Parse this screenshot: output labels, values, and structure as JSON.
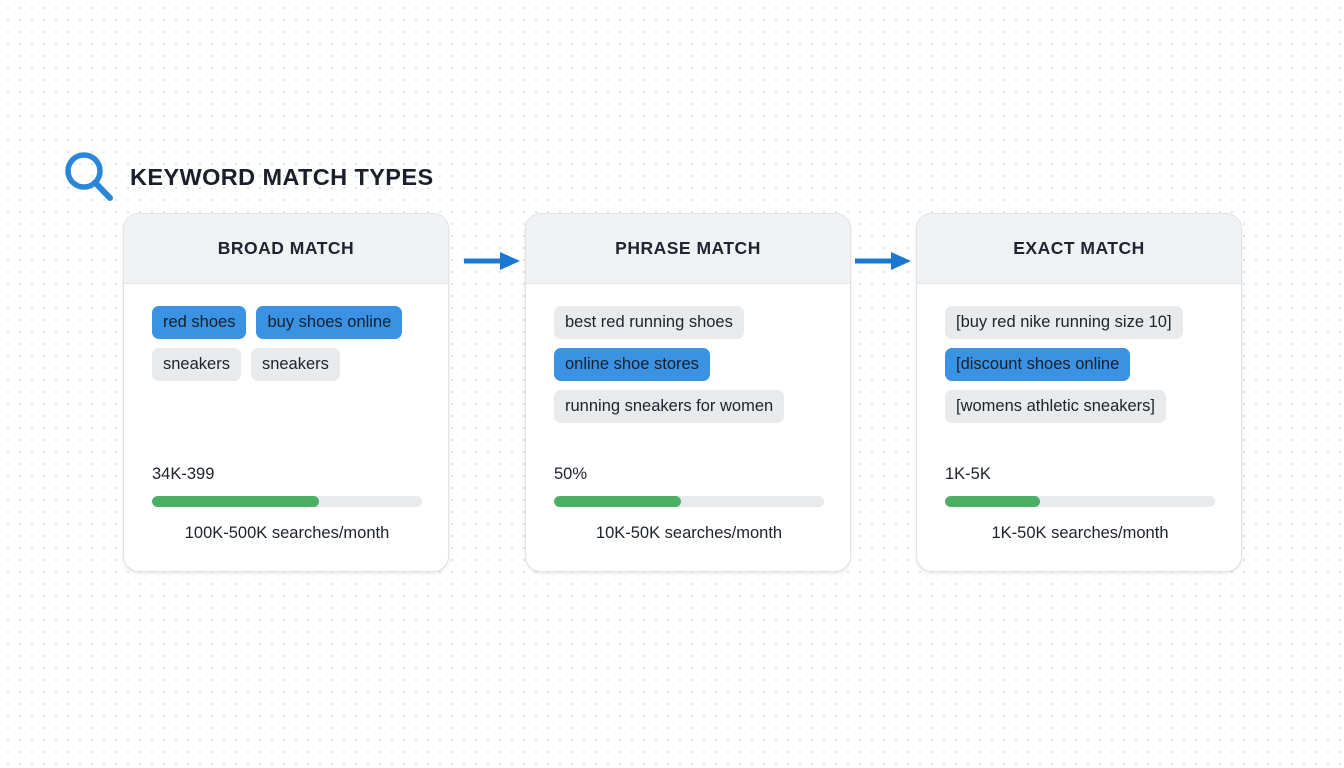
{
  "header": {
    "title": "KEYWORD MATCH TYPES",
    "icon": "search-icon",
    "icon_color": "#2a87d8"
  },
  "colors": {
    "accent_blue": "#3b92e2",
    "chip_gray": "#e9eaec",
    "bar_green": "#4caf66",
    "card_header_gray": "#f1f2f4",
    "text_dark": "#1e222c"
  },
  "flow": {
    "arrow_1": "arrow-right-icon",
    "arrow_2": "arrow-right-icon"
  },
  "cards": [
    {
      "title": "BROAD MATCH",
      "chips": [
        {
          "label": "red shoes",
          "highlighted": true
        },
        {
          "label": "buy shoes online",
          "highlighted": true
        },
        {
          "label": "sneakers",
          "highlighted": false
        },
        {
          "label": "sneakers",
          "highlighted": false
        }
      ],
      "metric_value": "34K-399",
      "metric_percent": 62,
      "metric_caption": "100K-500K searches/month"
    },
    {
      "title": "PHRASE MATCH",
      "chips": [
        {
          "label": "best red running shoes",
          "highlighted": false
        },
        {
          "label": "online shoe stores",
          "highlighted": true
        },
        {
          "label": "running sneakers for women",
          "highlighted": false
        }
      ],
      "metric_value": "50%",
      "metric_percent": 47,
      "metric_caption": "10K-50K searches/month"
    },
    {
      "title": "EXACT MATCH",
      "chips": [
        {
          "label": "[buy red nike running size 10]",
          "highlighted": false
        },
        {
          "label": "[discount shoes online",
          "highlighted": true
        },
        {
          "label": "[womens athletic sneakers]",
          "highlighted": false
        }
      ],
      "metric_value": "1K-5K",
      "metric_percent": 35,
      "metric_caption": "1K-50K searches/month"
    }
  ]
}
